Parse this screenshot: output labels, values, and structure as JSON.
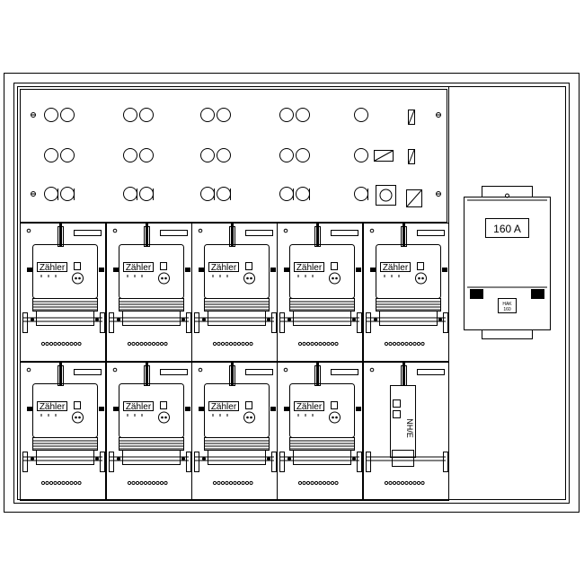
{
  "meters": {
    "label": "Zähler",
    "count_per_row": [
      5,
      4
    ]
  },
  "nh_unit": {
    "label": "NH/E"
  },
  "hak": {
    "rating": "160 A",
    "tag_line1": "HAK",
    "tag_line2": "160"
  },
  "colors": {
    "stroke": "#000000",
    "background": "#ffffff"
  }
}
